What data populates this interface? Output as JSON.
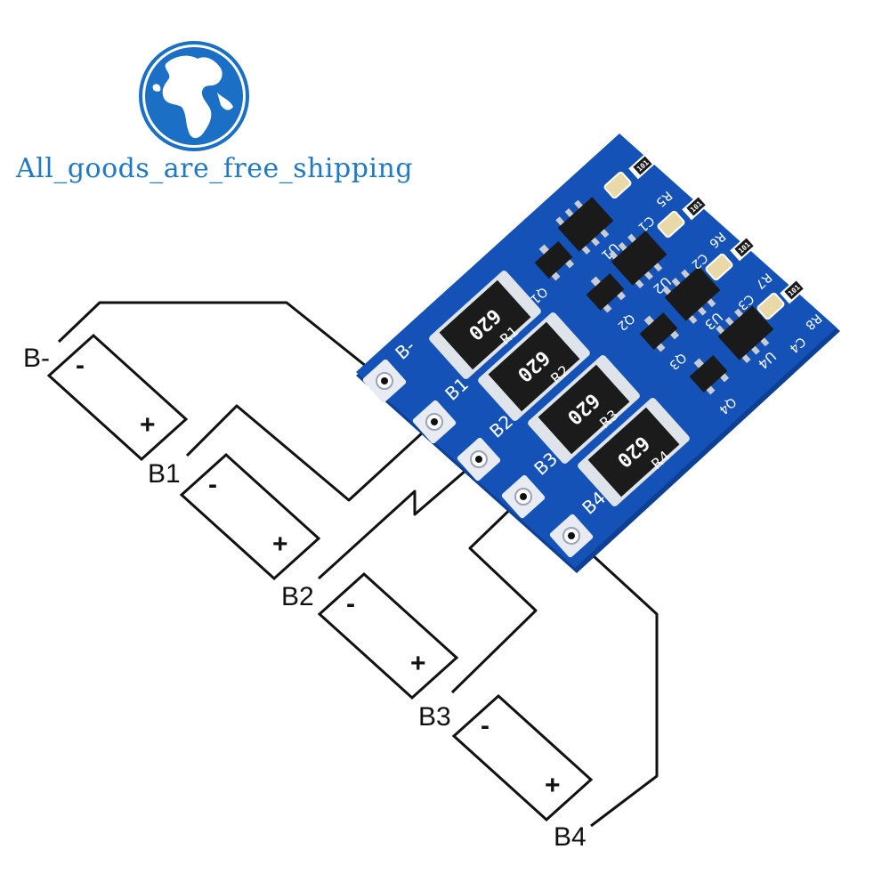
{
  "brand": {
    "text": "All_goods_are_free_shipping",
    "globe_color": "#1b6fc4",
    "land_color": "#ffffff"
  },
  "board": {
    "color": "#1552b8",
    "pads": [
      "B-",
      "B1",
      "B2",
      "B3",
      "B4"
    ],
    "resistors": [
      {
        "ref": "R1",
        "value": "620"
      },
      {
        "ref": "R2",
        "value": "620"
      },
      {
        "ref": "R3",
        "value": "620"
      },
      {
        "ref": "R4",
        "value": "620"
      }
    ],
    "ics": [
      "U1",
      "U2",
      "U3",
      "U4"
    ],
    "transistors": [
      "Q1",
      "Q2",
      "Q3",
      "Q4"
    ],
    "capacitors": [
      "C1",
      "C2",
      "C3",
      "C4"
    ],
    "small_resistors": [
      {
        "ref": "R5",
        "value": "101"
      },
      {
        "ref": "R6",
        "value": "101"
      },
      {
        "ref": "R7",
        "value": "101"
      },
      {
        "ref": "R8",
        "value": "101"
      }
    ]
  },
  "batteries": [
    {
      "minus": "-",
      "plus": "+"
    },
    {
      "minus": "-",
      "plus": "+"
    },
    {
      "minus": "-",
      "plus": "+"
    },
    {
      "minus": "-",
      "plus": "+"
    }
  ],
  "node_labels": [
    "B-",
    "B1",
    "B2",
    "B3",
    "B4"
  ]
}
